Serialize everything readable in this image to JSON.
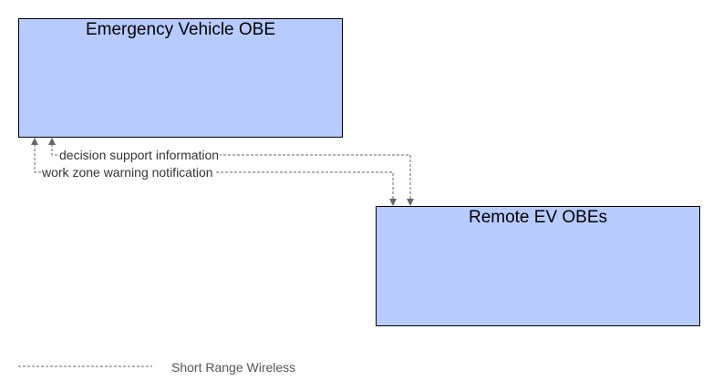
{
  "diagram": {
    "nodes": [
      {
        "id": "ev-obe",
        "label": "Emergency Vehicle OBE"
      },
      {
        "id": "remote-ev-obes",
        "label": "Remote EV OBEs"
      }
    ],
    "flows": [
      {
        "label": "decision support information",
        "from": "remote-ev-obes",
        "to": "ev-obe"
      },
      {
        "label": "work zone warning notification",
        "from": "remote-ev-obes",
        "to": "ev-obe"
      }
    ],
    "legend": {
      "items": [
        {
          "label": "Short Range Wireless",
          "line_style": "dashed"
        }
      ]
    }
  },
  "colors": {
    "node_fill": "#b7cbff",
    "node_border": "#000000",
    "flow_line": "#666666",
    "legend_line": "#666666"
  }
}
